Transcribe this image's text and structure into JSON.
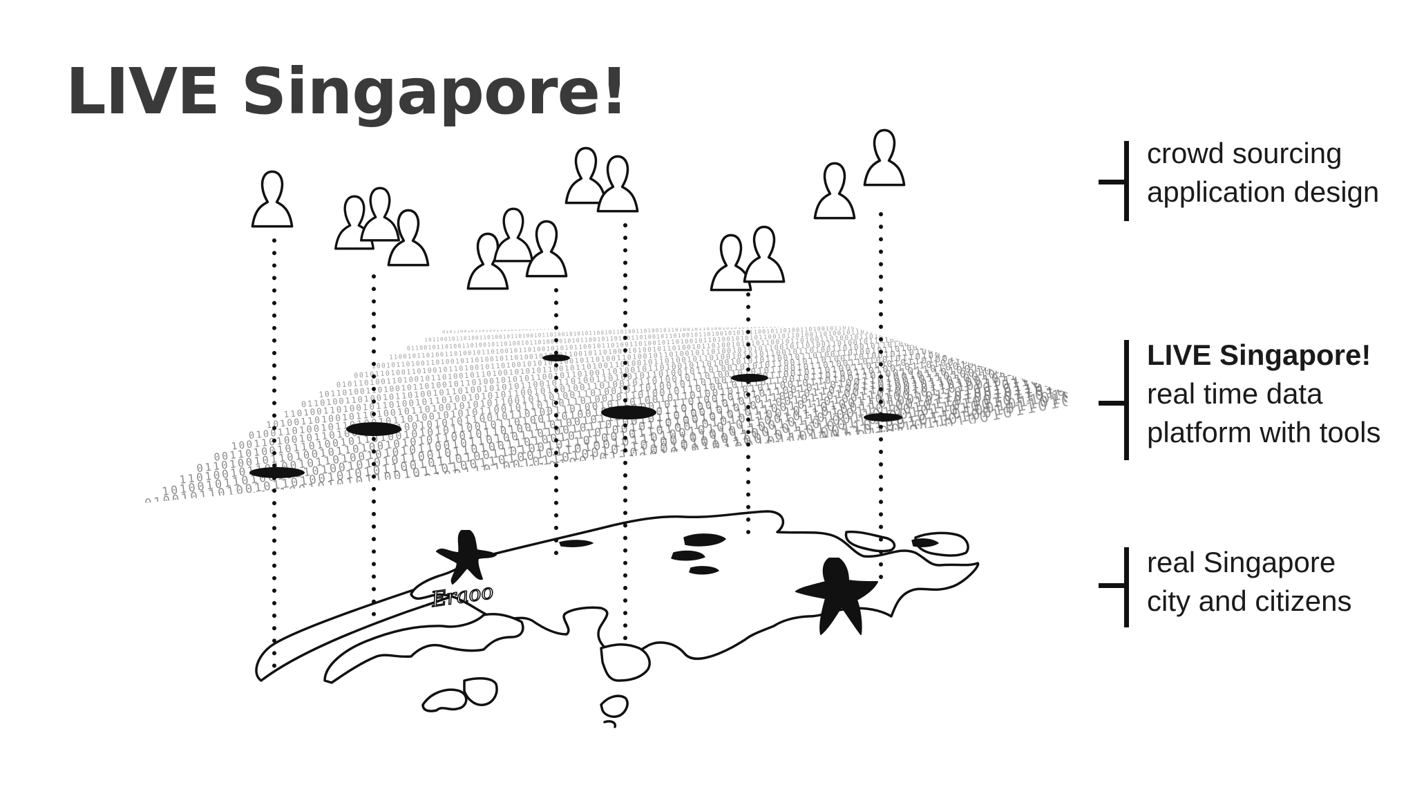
{
  "title": "LIVE Singapore!",
  "layers": [
    {
      "lines": [
        "crowd sourcing",
        "application design"
      ],
      "bold_first": false
    },
    {
      "lines": [
        "LIVE Singapore!",
        "real time data",
        "platform with tools"
      ],
      "bold_first": true
    },
    {
      "lines": [
        "real Singapore",
        "city and citizens"
      ],
      "bold_first": false
    }
  ],
  "map_text": "Eraoo",
  "data_plane_pattern": "0101100101101001101001011010010110100101",
  "colors": {
    "title": "#3a3a3a",
    "ink": "#111111",
    "data_text": "#6a6a6a"
  }
}
